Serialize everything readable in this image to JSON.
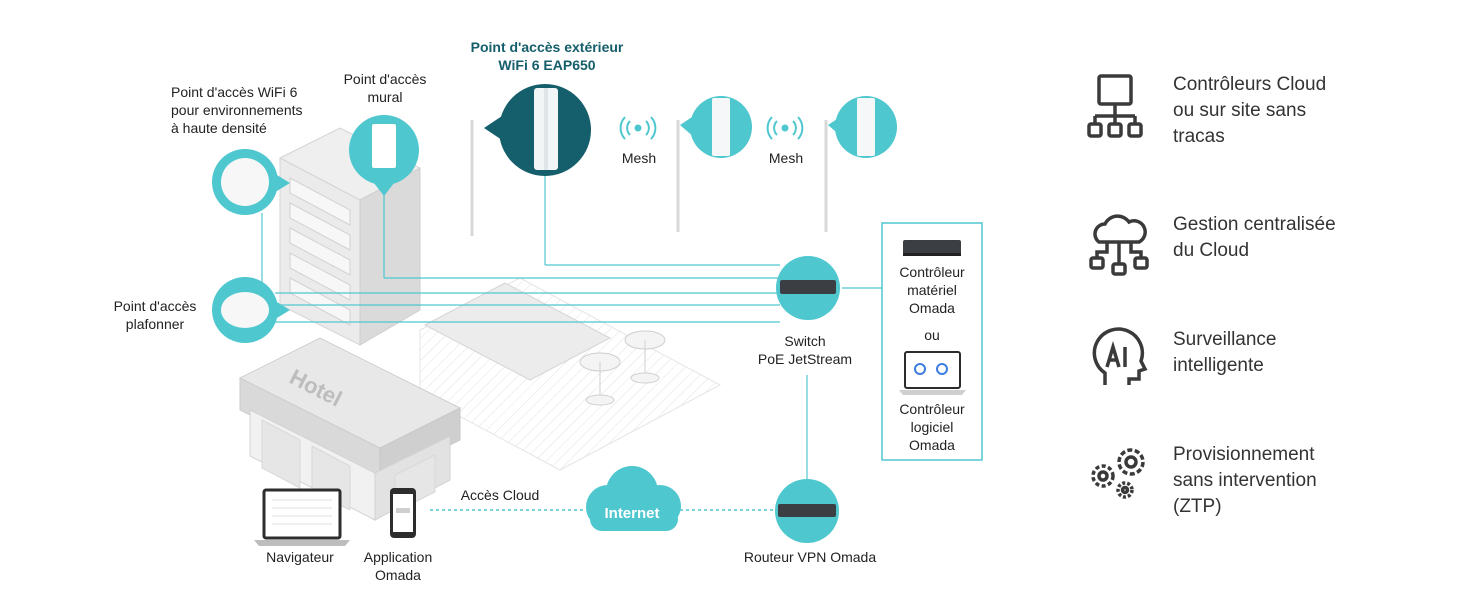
{
  "labels": {
    "outdoor_ap": "Point d'accès extérieur\nWiFi 6 EAP650",
    "hd_ap": "Point d'accès WiFi 6\npour environnements\nà haute densité",
    "wall_ap": "Point d'accès\nmural",
    "ceiling_ap": "Point d'accès\nplafonner",
    "mesh_1": "Mesh",
    "mesh_2": "Mesh",
    "switch": "Switch\nPoE JetStream",
    "hw_controller": "Contrôleur\nmatériel\nOmada",
    "or": "ou",
    "sw_controller": "Contrôleur\nlogiciel\nOmada",
    "hotel_sign": "Hotel",
    "cloud_access": "Accès Cloud",
    "internet": "Internet",
    "browser": "Navigateur",
    "app": "Application\nOmada",
    "router": "Routeur VPN Omada"
  },
  "features": [
    {
      "icon": "network-hierarchy-icon",
      "text": "Contrôleurs Cloud\nou sur site sans\ntracas"
    },
    {
      "icon": "cloud-network-icon",
      "text": "Gestion centralisée\n du Cloud"
    },
    {
      "icon": "ai-head-icon",
      "text": "Surveillance\n intelligente"
    },
    {
      "icon": "gears-icon",
      "text": "Provisionnement\nsans intervention\n(ZTP)"
    }
  ],
  "colors": {
    "teal": "#4fc7cf",
    "dark_teal": "#155e6b",
    "building": "#e4e4e4",
    "building_dark": "#cfcfcf",
    "icon": "#3a3a3a"
  }
}
